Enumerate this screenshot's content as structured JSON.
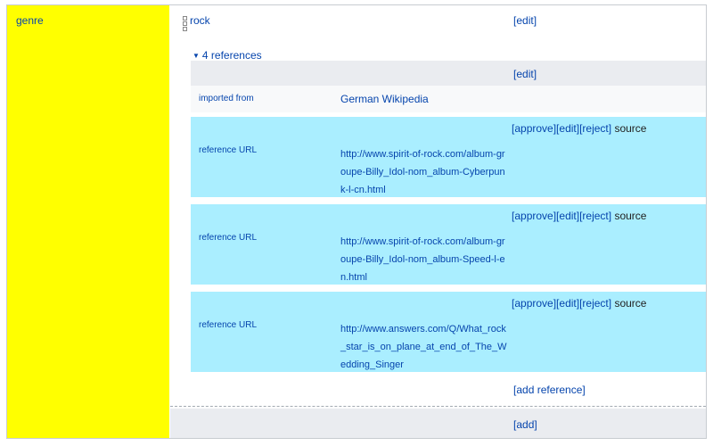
{
  "property": {
    "label": "genre"
  },
  "statement": {
    "value": "rock",
    "edit_label": "edit",
    "refs_toggle_label": "4 references",
    "qualifier_edit_label": "edit",
    "imported": {
      "property": "imported from",
      "value": "German Wikipedia"
    },
    "references": [
      {
        "property": "reference URL",
        "url": "http://www.spirit-of-rock.com/album-groupe-Billy_Idol-nom_album-Cyberpunk-l-cn.html",
        "approve": "approve",
        "edit": "edit",
        "reject": "reject",
        "source": "source"
      },
      {
        "property": "reference URL",
        "url": "http://www.spirit-of-rock.com/album-groupe-Billy_Idol-nom_album-Speed-l-en.html",
        "approve": "approve",
        "edit": "edit",
        "reject": "reject",
        "source": "source"
      },
      {
        "property": "reference URL",
        "url": "http://www.answers.com/Q/What_rock_star_is_on_plane_at_end_of_The_Wedding_Singer",
        "approve": "approve",
        "edit": "edit",
        "reject": "reject",
        "source": "source"
      }
    ],
    "add_reference_label": "add reference",
    "add_label": "add"
  },
  "colors": {
    "property_bg": "#ffff00",
    "reference_bg": "#aaeeff",
    "link": "#0645ad"
  }
}
